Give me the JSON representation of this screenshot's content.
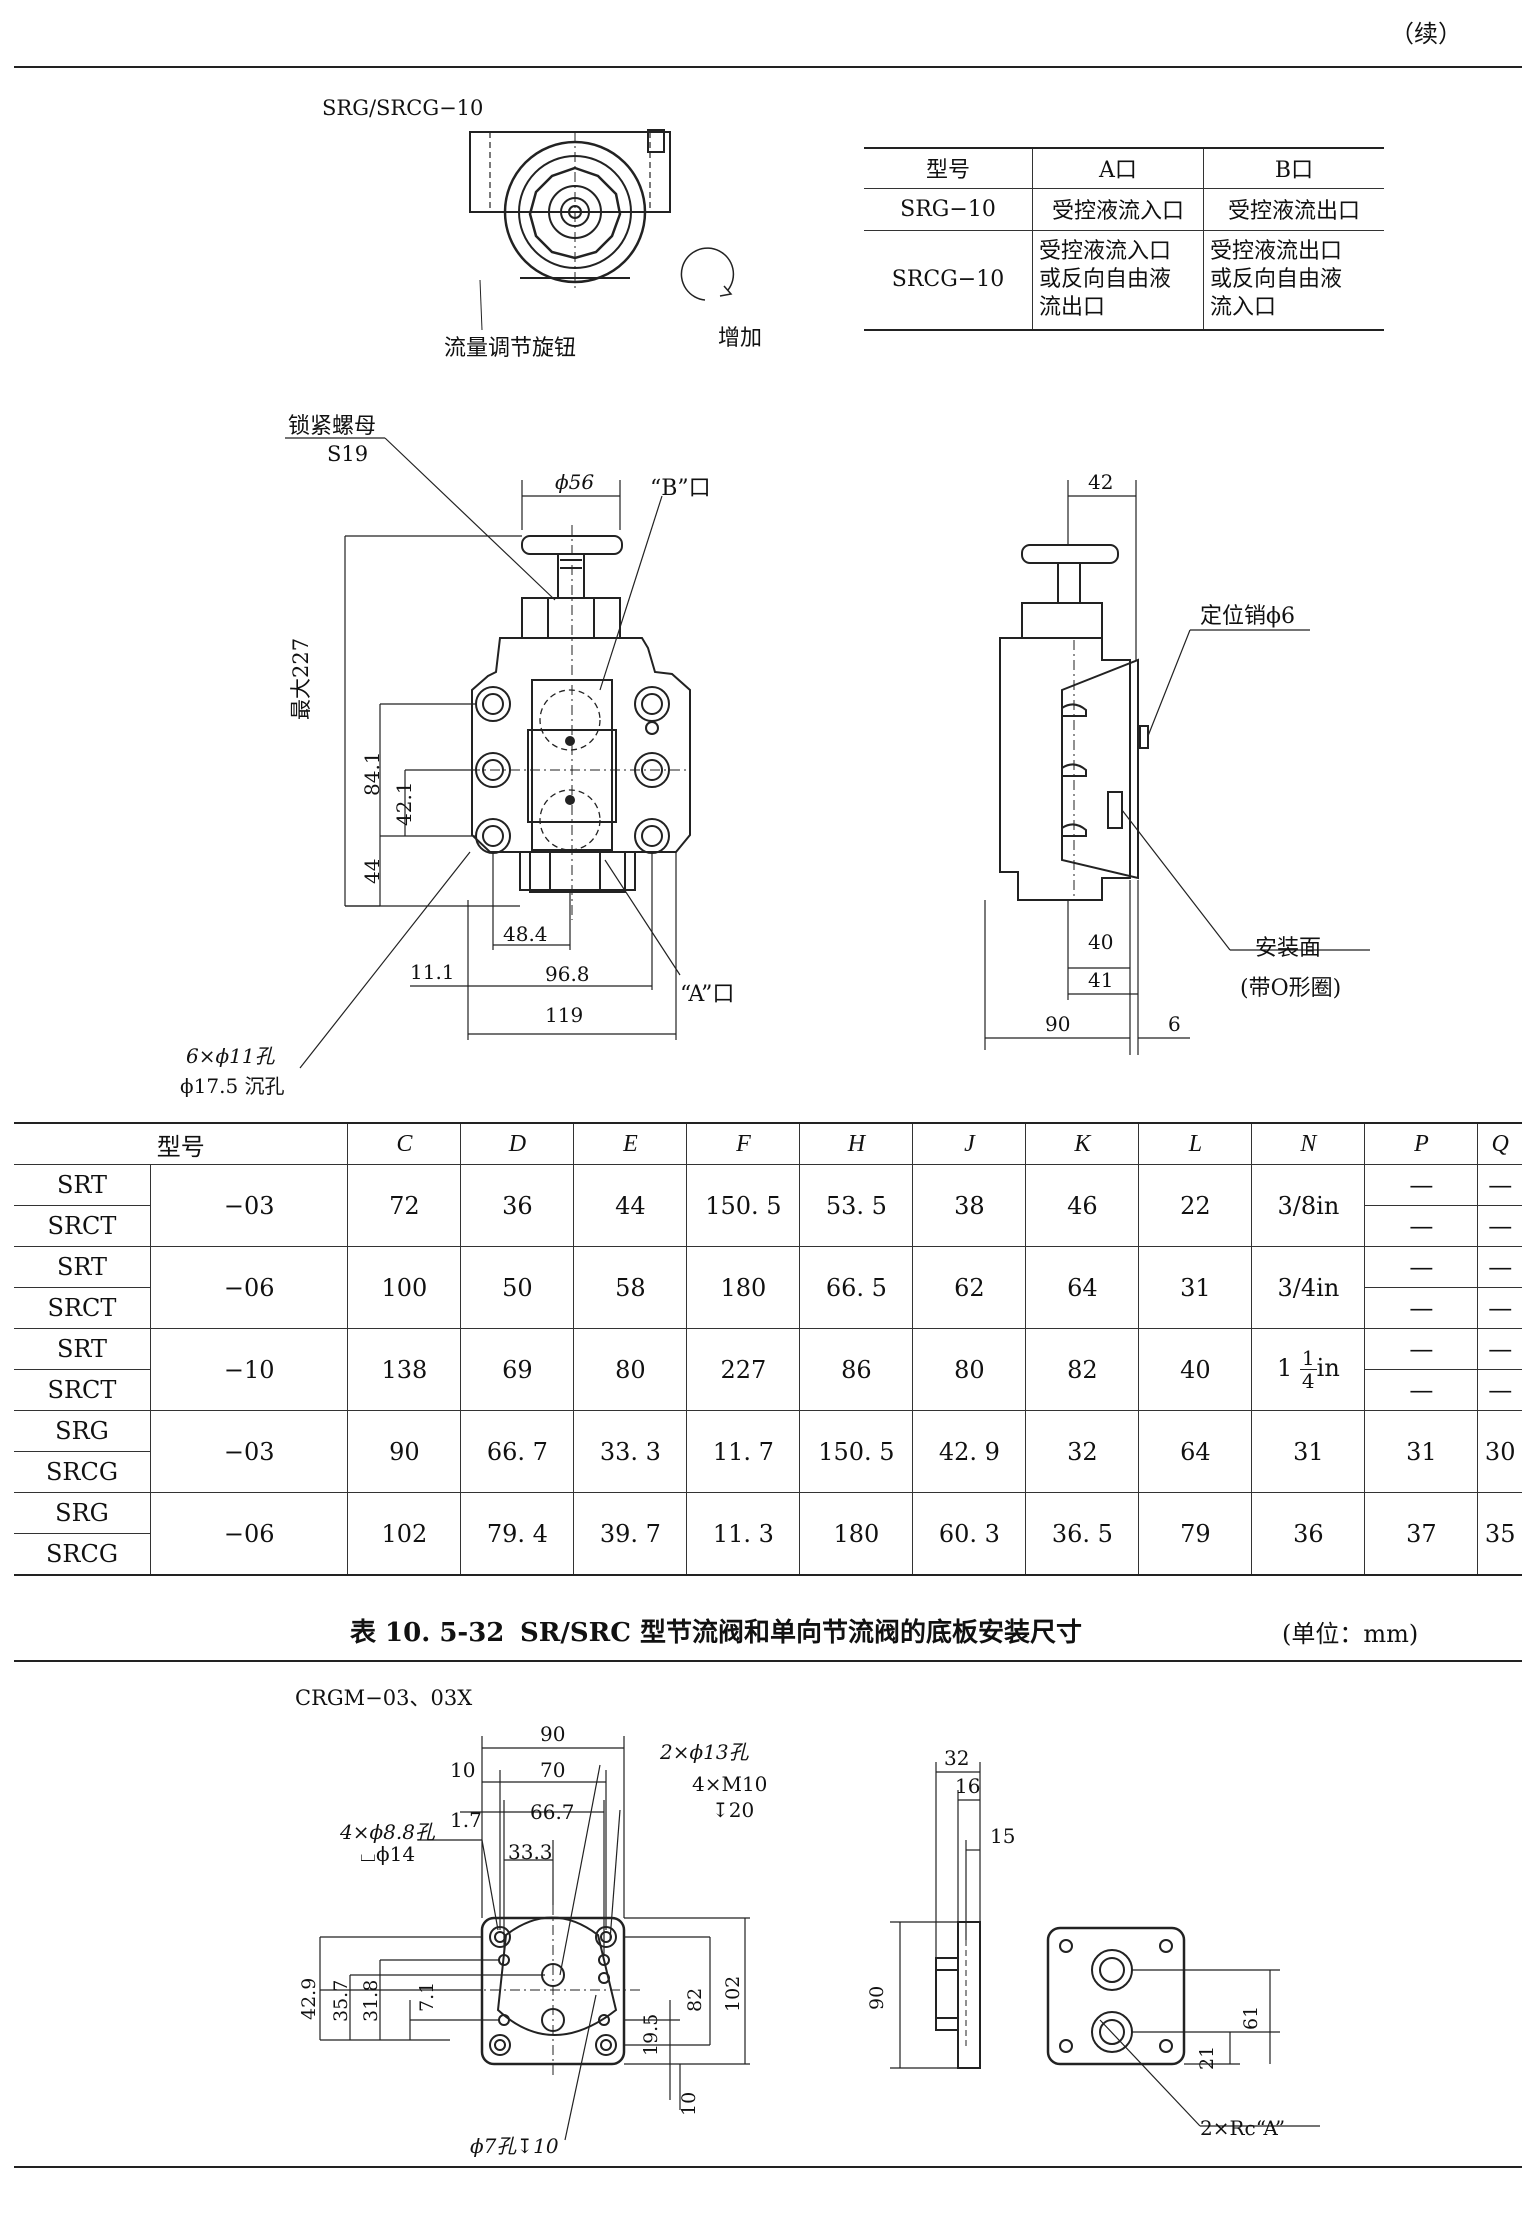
{
  "header": {
    "continued": "（续）"
  },
  "top_section": {
    "model_label": "SRG/SRCG−10",
    "knob_label": "流量调节旋钮",
    "increase_label": "增加",
    "ports_table": {
      "headers": [
        "型号",
        "A口",
        "B口"
      ],
      "rows": [
        {
          "model": "SRG−10",
          "a": "受控液流入口",
          "b": "受控液流出口"
        },
        {
          "model": "SRCG−10",
          "a": "受控液流入口或反向自由液流出口",
          "b": "受控液流出口或反向自由液流入口"
        }
      ],
      "multi_lines": {
        "a": [
          "受控液流入口",
          "或反向自由液",
          "流出口"
        ],
        "b": [
          "受控液流出口",
          "或反向自由液",
          "流入口"
        ]
      }
    }
  },
  "front_view": {
    "lock_nut": "锁紧螺母",
    "lock_nut_size": "S19",
    "phi56": "ϕ56",
    "port_b": "“B”口",
    "max227": "最大227",
    "d84_1": "84.1",
    "d42_1": "42.1",
    "d44": "44",
    "d48_4": "48.4",
    "d11_1": "11.1",
    "d96_8": "96.8",
    "d119": "119",
    "port_a": "“A”口",
    "holes": "6×ϕ11孔",
    "counterbore": "ϕ17.5 沉孔"
  },
  "side_view": {
    "d42": "42",
    "locating_pin": "定位销ϕ6",
    "mounting_face": "安装面",
    "oring": "(带O形圈)",
    "d40": "40",
    "d41": "41",
    "d90": "90",
    "d6": "6"
  },
  "main_table": {
    "headers": [
      "型号",
      "C",
      "D",
      "E",
      "F",
      "H",
      "J",
      "K",
      "L",
      "N",
      "P",
      "Q"
    ],
    "groups": [
      {
        "models": [
          "SRT",
          "SRCT"
        ],
        "size": "−03",
        "C": "72",
        "D": "36",
        "E": "44",
        "F": "150. 5",
        "H": "53. 5",
        "J": "38",
        "K": "46",
        "L": "22",
        "N": "3/8in",
        "P": [
          "—",
          "—"
        ],
        "Q": [
          "—",
          "—"
        ]
      },
      {
        "models": [
          "SRT",
          "SRCT"
        ],
        "size": "−06",
        "C": "100",
        "D": "50",
        "E": "58",
        "F": "180",
        "H": "66. 5",
        "J": "62",
        "K": "64",
        "L": "31",
        "N": "3/4in",
        "P": [
          "—",
          "—"
        ],
        "Q": [
          "—",
          "—"
        ]
      },
      {
        "models": [
          "SRT",
          "SRCT"
        ],
        "size": "−10",
        "C": "138",
        "D": "69",
        "E": "80",
        "F": "227",
        "H": "86",
        "J": "80",
        "K": "82",
        "L": "40",
        "N_whole": "1",
        "N_num": "1",
        "N_den": "4",
        "N_unit": "in",
        "P": [
          "—",
          "—"
        ],
        "Q": [
          "—",
          "—"
        ]
      },
      {
        "models": [
          "SRG",
          "SRCG"
        ],
        "size": "−03",
        "C": "90",
        "D": "66. 7",
        "E": "33. 3",
        "F": "11. 7",
        "H": "150. 5",
        "J": "42. 9",
        "K": "32",
        "L": "64",
        "N": "31",
        "P": "31",
        "Q": "30"
      },
      {
        "models": [
          "SRG",
          "SRCG"
        ],
        "size": "−06",
        "C": "102",
        "D": "79. 4",
        "E": "39. 7",
        "F": "11. 3",
        "H": "180",
        "J": "60. 3",
        "K": "36. 5",
        "L": "79",
        "N": "36",
        "P": "37",
        "Q": "35"
      }
    ]
  },
  "caption": {
    "number": "表 10. 5-32",
    "title": "SR/SRC 型节流阀和单向节流阀的底板安装尺寸",
    "unit": "(单位：mm)"
  },
  "bottom_section": {
    "model_label": "CRGM−03、03X",
    "d90": "90",
    "d10": "10",
    "d70": "70",
    "d66_7": "66.7",
    "d1_7": "1.7",
    "d33_3": "33.3",
    "holes13": "2×ϕ13孔",
    "m10": "4×M10",
    "m10_depth": "20",
    "holes8_8": "4×ϕ8.8孔",
    "cb14": "ϕ14",
    "d42_9": "42.9",
    "d35_7": "35.7",
    "d31_8": "31.8",
    "d7_1": "7.1",
    "d19_5": "19.5",
    "d82": "82",
    "d102": "102",
    "d10b": "10",
    "hole7": "ϕ7孔",
    "hole7_depth": "10",
    "side_d32": "32",
    "side_d16": "16",
    "side_d15": "15",
    "side_d90": "90",
    "d61": "61",
    "d21": "21",
    "rc": "2×Rc“A”"
  }
}
